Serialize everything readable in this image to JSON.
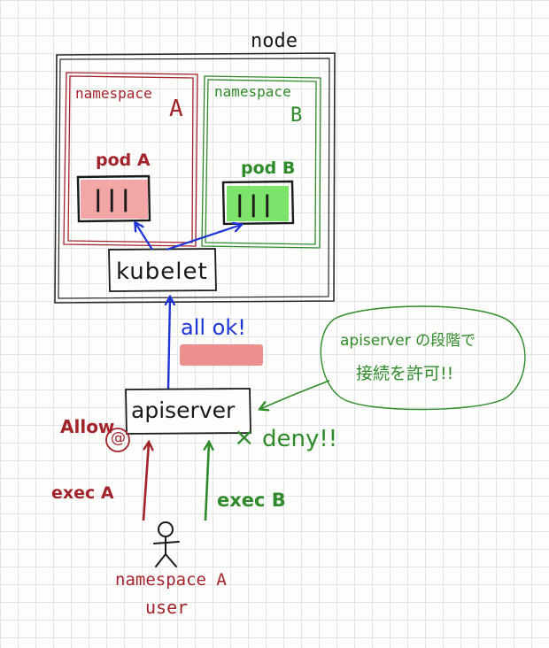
{
  "node": {
    "label": "node"
  },
  "namespace_a": {
    "label_word": "namespace",
    "label_letter": "A",
    "color": "#a3232b"
  },
  "namespace_b": {
    "label_word": "namespace",
    "label_letter": "B",
    "color": "#2f8a2a"
  },
  "pod_a": {
    "label": "pod A",
    "bars": "|||",
    "fill": "#f2a6a6"
  },
  "pod_b": {
    "label": "pod B",
    "bars": "|||",
    "fill": "#7ee36b"
  },
  "kubelet": {
    "label": "kubelet"
  },
  "apiserver": {
    "label": "apiserver"
  },
  "annotations": {
    "all_ok": "all ok!",
    "allow": "Allow",
    "allow_symbol": "@",
    "deny_mark": "×",
    "deny": "deny!!",
    "redacted_color": "#ee8f8f"
  },
  "speech_bubble": {
    "line1": "apiserver の段階で",
    "line2": "接続を許可!!"
  },
  "requests": {
    "exec_a": "exec A",
    "exec_b": "exec B"
  },
  "user": {
    "icon": "stick-figure",
    "line1": "namespace A",
    "line2": "user"
  },
  "colors": {
    "red": "#a3232b",
    "green": "#2f8a2a",
    "blue": "#1d35d6",
    "ink": "#1a1a1a"
  }
}
